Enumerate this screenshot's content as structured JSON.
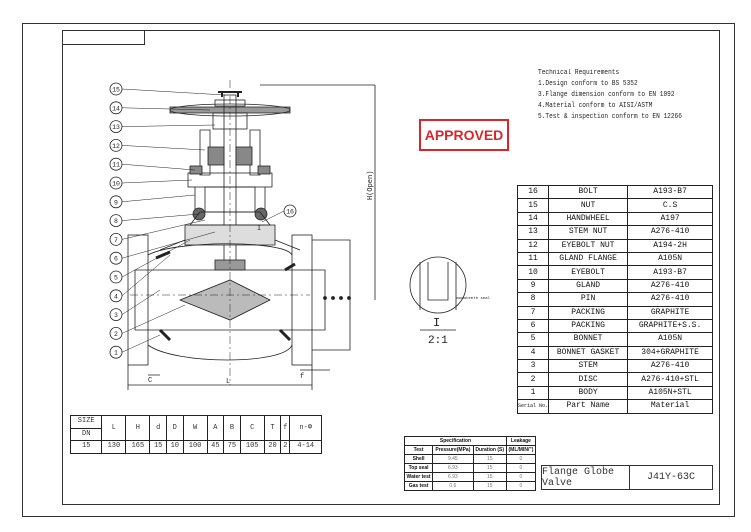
{
  "technical_requirements": {
    "heading": "Technical Requirements",
    "items": [
      "1.Design conform to BS 5352",
      "3.Flange dimension conform to EN 1092",
      "4.Material conform to AISI/ASTM",
      "5.Test & inspection conform to EN 12266"
    ]
  },
  "stamp": "APPROVED",
  "parts": {
    "rows": [
      [
        "16",
        "BOLT",
        "A193-B7"
      ],
      [
        "15",
        "NUT",
        "C.S"
      ],
      [
        "14",
        "HANDWHEEL",
        "A197"
      ],
      [
        "13",
        "STEM NUT",
        "A276-410"
      ],
      [
        "12",
        "EYEBOLT NUT",
        "A194-2H"
      ],
      [
        "11",
        "GLAND FLANGE",
        "A105N"
      ],
      [
        "10",
        "EYEBOLT",
        "A193-B7"
      ],
      [
        "9",
        "GLAND",
        "A276-410"
      ],
      [
        "8",
        "PIN",
        "A276-410"
      ],
      [
        "7",
        "PACKING",
        "GRAPHITE"
      ],
      [
        "6",
        "PACKING",
        "GRAPHITE+S.S."
      ],
      [
        "5",
        "BONNET",
        "A105N"
      ],
      [
        "4",
        "BONNET GASKET",
        "304+GRAPHITE"
      ],
      [
        "3",
        "STEM",
        "A276-410"
      ],
      [
        "2",
        "DISC",
        "A276-410+STL"
      ],
      [
        "1",
        "BODY",
        "A105N+STL"
      ]
    ],
    "header": [
      "Serial No.",
      "Part Name",
      "Material"
    ]
  },
  "dimensions": {
    "size_label": "SIZE",
    "dn_label": "DN",
    "headers": [
      "L",
      "H",
      "d",
      "D",
      "W",
      "A",
      "B",
      "C",
      "T",
      "f",
      "n-Φ"
    ],
    "dn": "15",
    "values": [
      "130",
      "165",
      "15",
      "10",
      "100",
      "45",
      "75",
      "105",
      "20",
      "2",
      "4-14"
    ]
  },
  "spec": {
    "specification": "Specification",
    "leakage": "Leakage",
    "headers": [
      "Test",
      "Pressure(MPa)",
      "Duration (S)",
      "(ML/MIN/\")"
    ],
    "rows": [
      [
        "Shell",
        "9.45",
        "15",
        "0"
      ],
      [
        "Top seal",
        "6.93",
        "15",
        "0"
      ],
      [
        "Water test",
        "6.93",
        "15",
        "0"
      ],
      [
        "Gas test",
        "0.6",
        "15",
        "0"
      ]
    ]
  },
  "title_block": {
    "name": "Flange Globe Valve",
    "code": "J41Y-63C"
  },
  "detail": {
    "label": "I",
    "scale": "2:1",
    "note": "teeth seal"
  },
  "drawing": {
    "h_open": "H(Open)",
    "dim_l": "L",
    "dim_c": "C",
    "dim_f": "f",
    "detail_ref": "I",
    "balloons_left": [
      "15",
      "14",
      "13",
      "12",
      "11",
      "10",
      "9",
      "8",
      "7",
      "6",
      "5",
      "4",
      "3",
      "2",
      "1"
    ],
    "balloon_right": "16"
  }
}
